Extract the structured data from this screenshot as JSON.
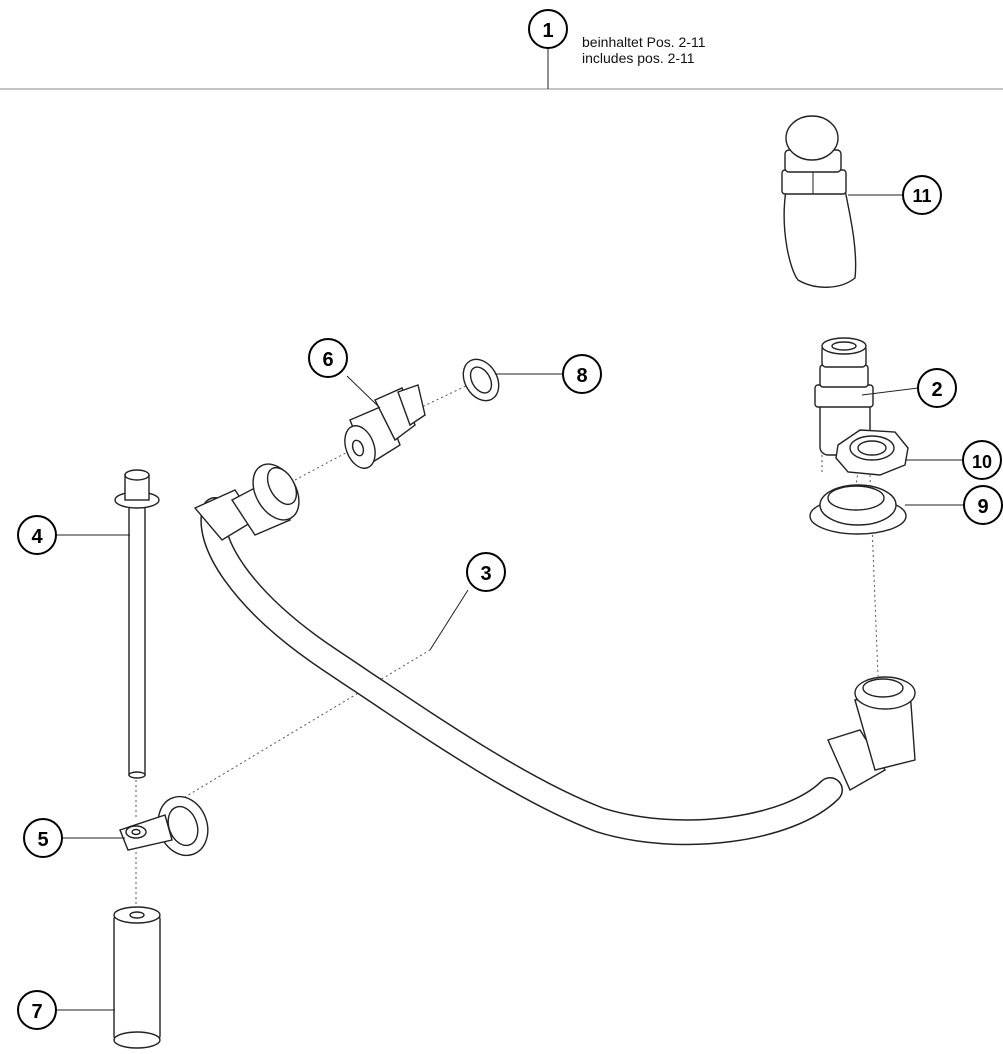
{
  "header": {
    "main_callout": "1",
    "note_de": "beinhaltet Pos. 2-11",
    "note_en": "includes  pos. 2-11"
  },
  "callouts": {
    "c2": "2",
    "c3": "3",
    "c4": "4",
    "c5": "5",
    "c6": "6",
    "c7": "7",
    "c8": "8",
    "c9": "9",
    "c10": "10",
    "c11": "11"
  }
}
